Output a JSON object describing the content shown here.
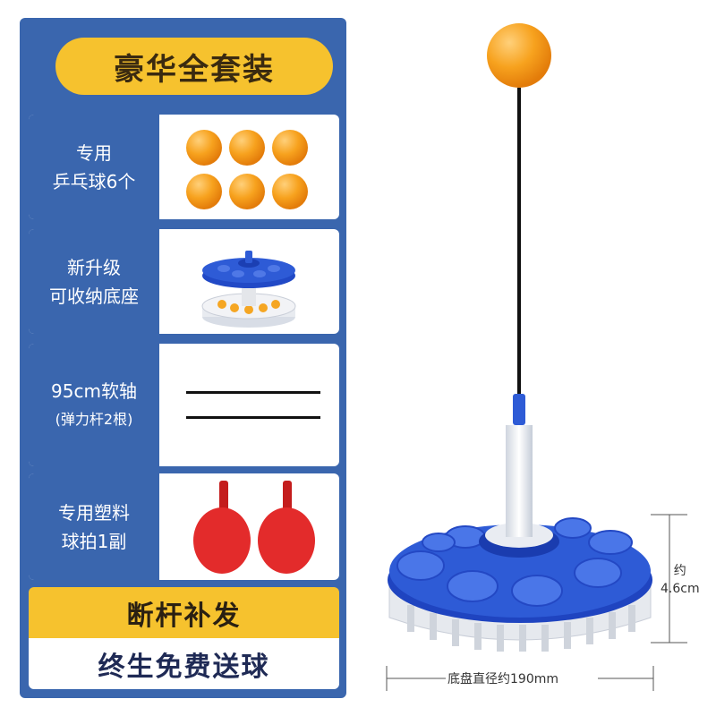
{
  "panel": {
    "title": "豪华全套装",
    "items": [
      {
        "line1": "专用",
        "line2": "乒乓球6个",
        "icon": "ping-pong-balls"
      },
      {
        "line1": "新升级",
        "line2": "可收纳底座",
        "icon": "storage-base"
      },
      {
        "line1": "95cm软轴",
        "line2": "(弹力杆2根)",
        "icon": "elastic-rods"
      },
      {
        "line1": "专用塑料",
        "line2": "球拍1副",
        "icon": "paddles"
      }
    ],
    "banner_top": "断杆补发",
    "banner_bottom": "终生免费送球"
  },
  "dimensions": {
    "height_prefix": "约",
    "height_value": "4.6cm",
    "base_diameter": "底盘直径约190mm"
  },
  "colors": {
    "panel_blue": "#3a66ae",
    "accent_yellow": "#f6c22e",
    "ball_orange": "#f5a623",
    "paddle_red": "#e32b2b",
    "base_blue": "#2e5bd6"
  }
}
